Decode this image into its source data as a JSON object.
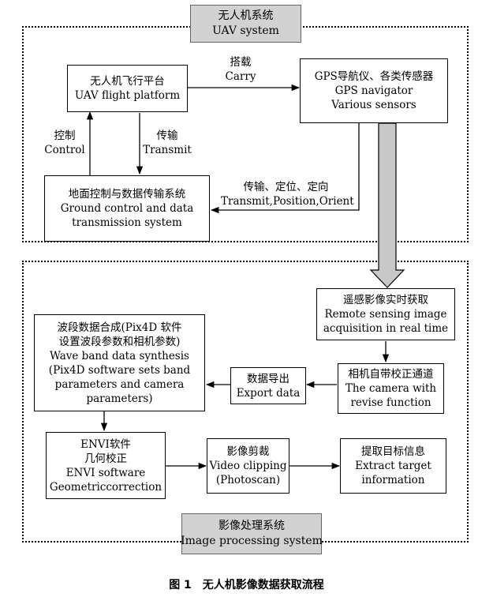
{
  "systems": {
    "uav": {
      "zh": "无人机系统",
      "en": "UAV system"
    },
    "image": {
      "zh": "影像处理系统",
      "en": "Image processing system"
    }
  },
  "nodes": {
    "flight_platform": {
      "lines": [
        "无人机飞行平台",
        "UAV flight platform"
      ]
    },
    "gps_sensors": {
      "lines": [
        "GPS导航仪、各类传感器",
        "GPS navigator",
        "Various sensors"
      ]
    },
    "ground_control": {
      "lines": [
        "地面控制与数据传输系统",
        "Ground control and data",
        "transmission system"
      ]
    },
    "remote_sensing": {
      "lines": [
        "遥感影像实时获取",
        "Remote sensing image",
        "acquisition in real time"
      ]
    },
    "camera_revise": {
      "lines": [
        "相机自带校正通道",
        "The camera with",
        "revise function"
      ]
    },
    "export_data": {
      "lines": [
        "数据导出",
        "Export data"
      ]
    },
    "band_synthesis": {
      "lines": [
        "波段数据合成(Pix4D 软件",
        "设置波段参数和相机参数)",
        "Wave band data synthesis",
        "(Pix4D software sets band",
        "parameters and camera",
        "parameters)"
      ]
    },
    "envi": {
      "lines": [
        "ENVI软件",
        "几何校正",
        "ENVI software",
        "Geometriccorrection"
      ]
    },
    "video_clipping": {
      "lines": [
        "影像剪裁",
        "Video clipping",
        "(Photoscan)"
      ]
    },
    "extract_target": {
      "lines": [
        "提取目标信息",
        "Extract target",
        "information"
      ]
    }
  },
  "edge_labels": {
    "carry": [
      "搭载",
      "Carry"
    ],
    "control": [
      "控制",
      "Control"
    ],
    "transmit": [
      "传输",
      "Transmit"
    ],
    "transmit_position_orient": [
      "传输、定位、定向",
      "Transmit,Position,Orient"
    ]
  },
  "caption": "图 1　无人机影像数据获取流程",
  "colors": {
    "system_label_fill": "#d2d2d2",
    "big_arrow_fill": "#c8c8c8",
    "line": "#000000"
  }
}
